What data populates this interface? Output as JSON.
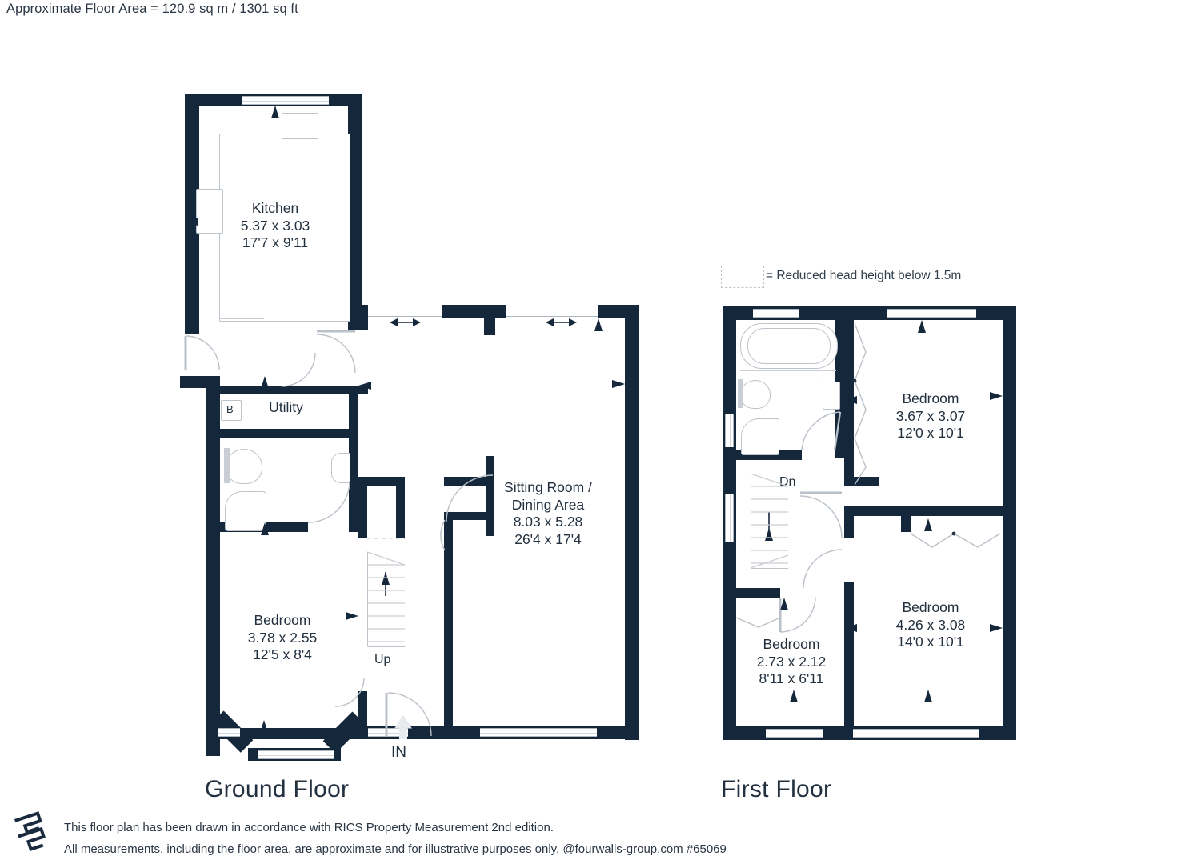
{
  "header": {
    "area_note": "Approximate Floor Area = 120.9 sq m / 1301 sq ft"
  },
  "legend": {
    "swatch_name": "reduced-head-height-swatch",
    "text": "= Reduced head height below 1.5m"
  },
  "floors": [
    {
      "id": "ground",
      "title": "Ground Floor",
      "rooms": [
        {
          "name": "Kitchen",
          "metric": "5.37 x 3.03",
          "imperial": "17'7 x 9'11"
        },
        {
          "name": "Utility",
          "metric": "",
          "imperial": ""
        },
        {
          "name": "Sitting Room /",
          "name2": "Dining Area",
          "metric": "8.03 x 5.28",
          "imperial": "26'4 x 17'4"
        },
        {
          "name": "Bedroom",
          "metric": "3.78 x 2.55",
          "imperial": "12'5 x 8'4"
        }
      ],
      "markers": [
        {
          "id": "boiler",
          "label": "B"
        },
        {
          "id": "stairs-up",
          "label": "Up"
        },
        {
          "id": "entrance",
          "label": "IN"
        }
      ]
    },
    {
      "id": "first",
      "title": "First Floor",
      "rooms": [
        {
          "name": "Bedroom",
          "metric": "3.67 x 3.07",
          "imperial": "12'0 x 10'1"
        },
        {
          "name": "Bedroom",
          "metric": "4.26 x 3.08",
          "imperial": "14'0 x 10'1"
        },
        {
          "name": "Bedroom",
          "metric": "2.73 x 2.12",
          "imperial": "8'11 x 6'11"
        }
      ],
      "markers": [
        {
          "id": "stairs-down",
          "label": "Dn"
        }
      ]
    }
  ],
  "footer": {
    "line1": "This floor plan has been drawn in accordance with RICS Property Measurement 2nd edition.",
    "line2": "All measurements, including the floor area, are approximate and for illustrative purposes only. @fourwalls-group.com #65069"
  },
  "colors": {
    "wall": "#15273a",
    "text": "#22303f",
    "fixture_outline": "#bcc3cb",
    "background": "#ffffff"
  }
}
